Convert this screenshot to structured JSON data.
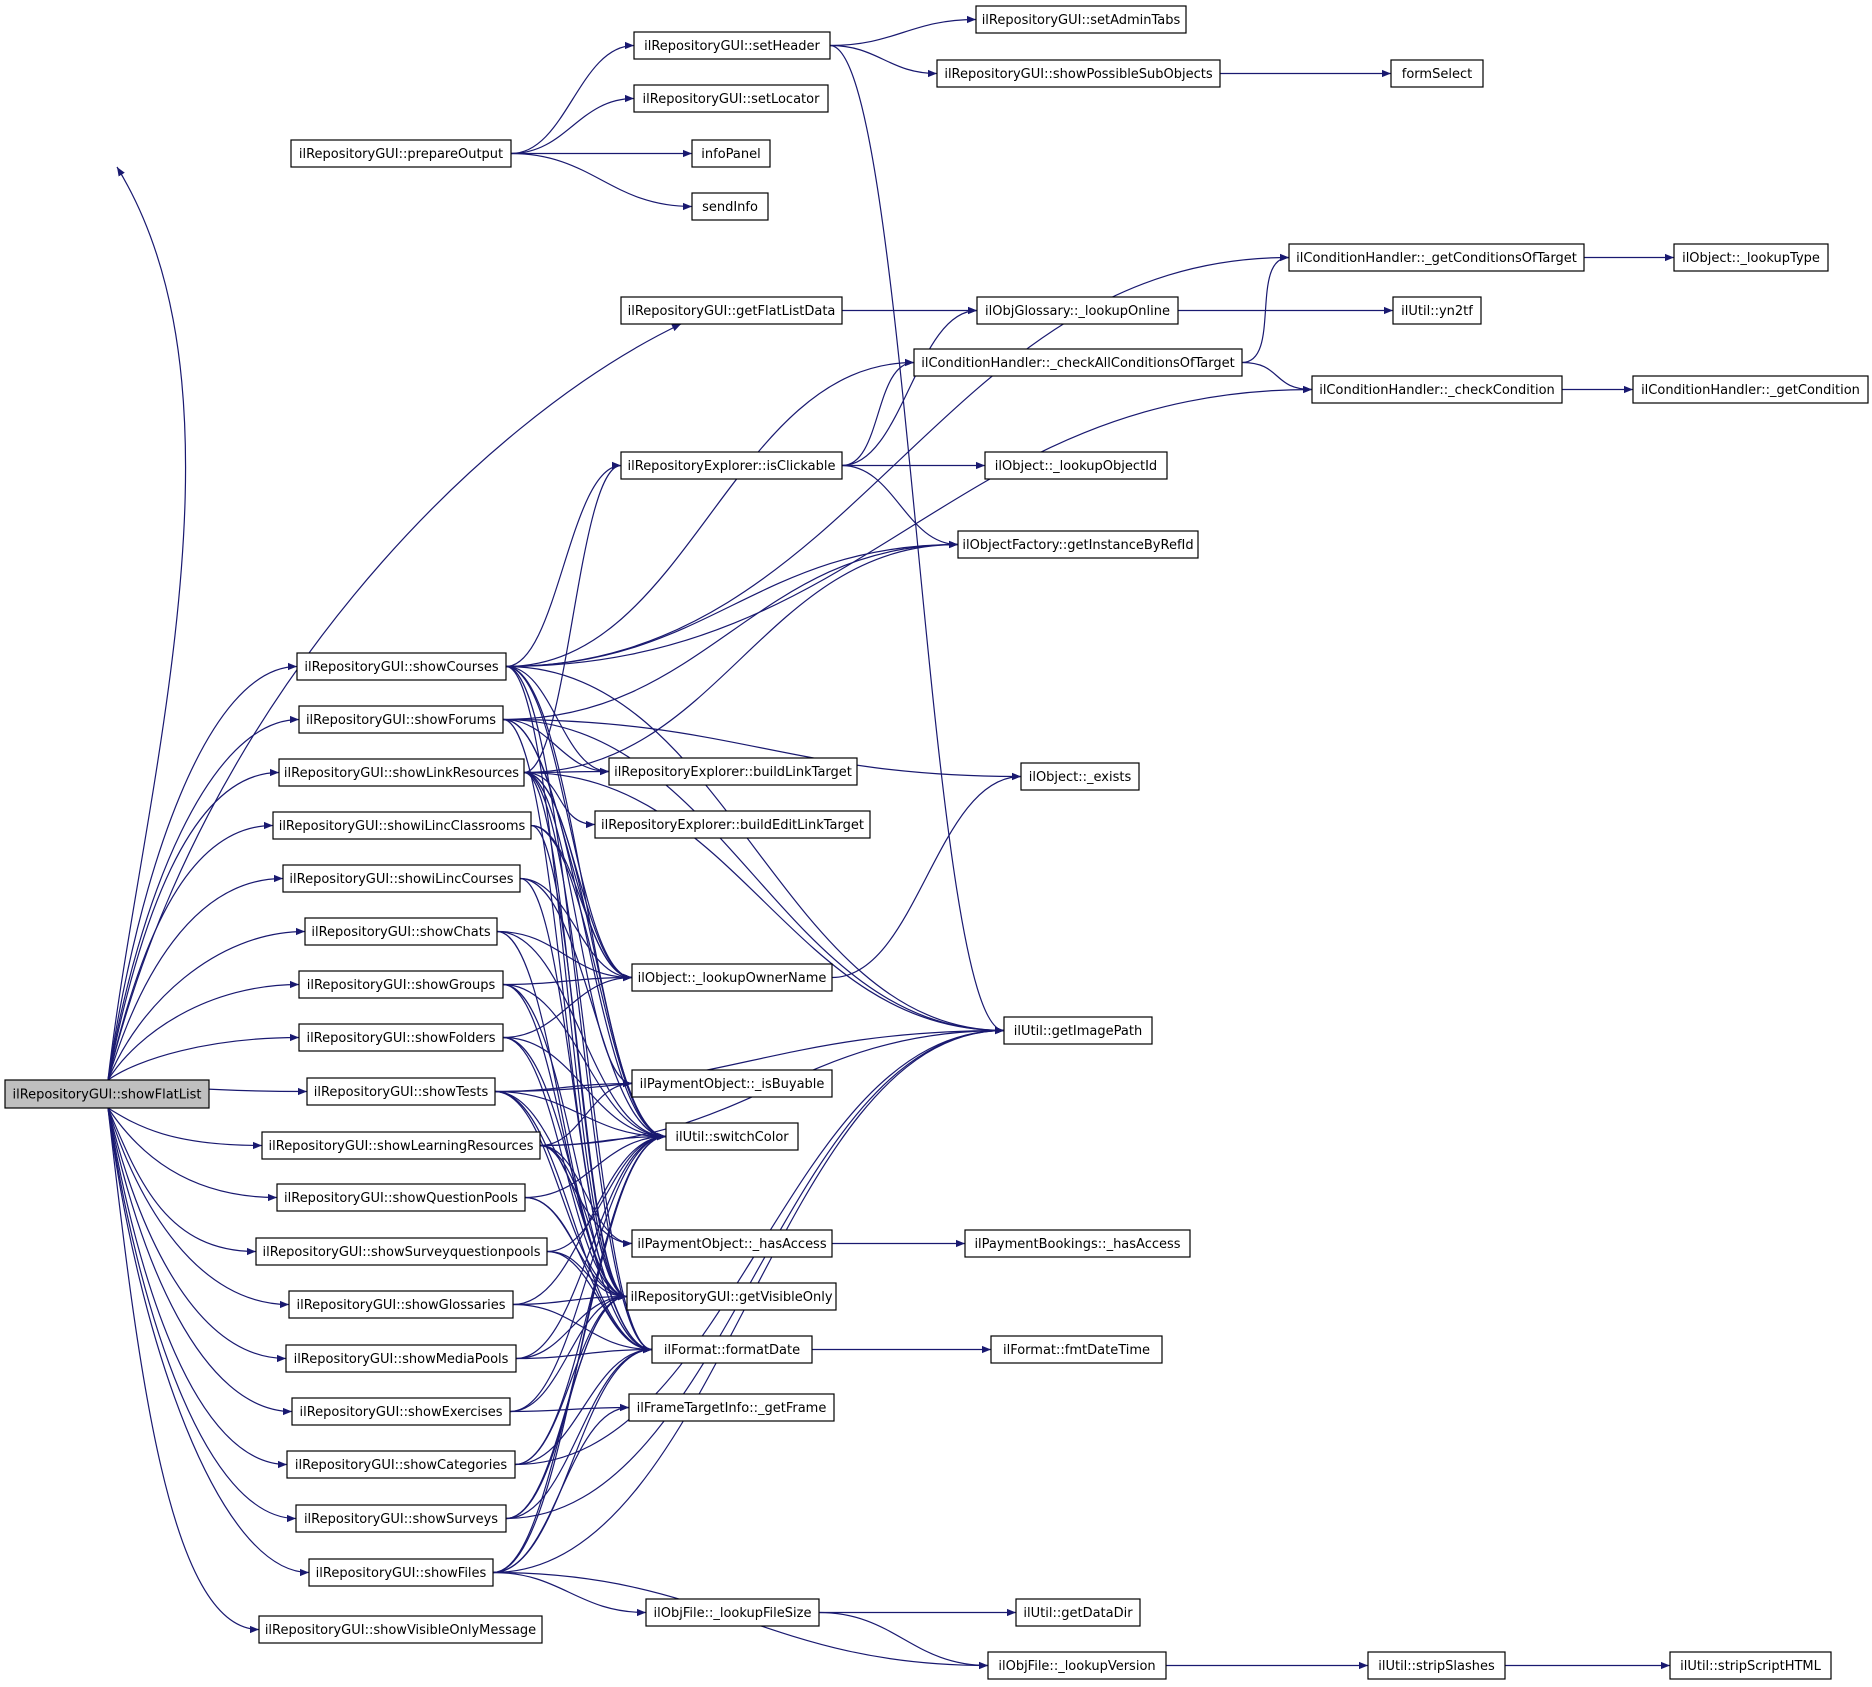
{
  "colors": {
    "edge": "#191970",
    "node_fill": "#ffffff",
    "root_fill": "#bfbfbf",
    "node_border": "#000000"
  },
  "nodes": [
    {
      "id": "showFlatList",
      "label": "ilRepositoryGUI::showFlatList",
      "root": true
    },
    {
      "id": "prepareOutput",
      "label": "ilRepositoryGUI::prepareOutput"
    },
    {
      "id": "setHeader",
      "label": "ilRepositoryGUI::setHeader"
    },
    {
      "id": "setAdminTabs",
      "label": "ilRepositoryGUI::setAdminTabs"
    },
    {
      "id": "showPossibleSubObjects",
      "label": "ilRepositoryGUI::showPossibleSubObjects"
    },
    {
      "id": "formSelect",
      "label": "formSelect"
    },
    {
      "id": "setLocator",
      "label": "ilRepositoryGUI::setLocator"
    },
    {
      "id": "infoPanel",
      "label": "infoPanel"
    },
    {
      "id": "sendInfo",
      "label": "sendInfo"
    },
    {
      "id": "getConditionsOfTarget",
      "label": "ilConditionHandler::_getConditionsOfTarget"
    },
    {
      "id": "lookupType",
      "label": "ilObject::_lookupType"
    },
    {
      "id": "getFlatListData",
      "label": "ilRepositoryGUI::getFlatListData"
    },
    {
      "id": "lookupOnline",
      "label": "ilObjGlossary::_lookupOnline"
    },
    {
      "id": "yn2tf",
      "label": "ilUtil::yn2tf"
    },
    {
      "id": "checkAllConditionsOfTarget",
      "label": "ilConditionHandler::_checkAllConditionsOfTarget"
    },
    {
      "id": "checkCondition",
      "label": "ilConditionHandler::_checkCondition"
    },
    {
      "id": "getCondition",
      "label": "ilConditionHandler::_getCondition"
    },
    {
      "id": "isClickable",
      "label": "ilRepositoryExplorer::isClickable"
    },
    {
      "id": "lookupObjectId",
      "label": "ilObject::_lookupObjectId"
    },
    {
      "id": "getInstanceByRefId",
      "label": "ilObjectFactory::getInstanceByRefId"
    },
    {
      "id": "showCourses",
      "label": "ilRepositoryGUI::showCourses"
    },
    {
      "id": "showForums",
      "label": "ilRepositoryGUI::showForums"
    },
    {
      "id": "showLinkResources",
      "label": "ilRepositoryGUI::showLinkResources"
    },
    {
      "id": "buildLinkTarget",
      "label": "ilRepositoryExplorer::buildLinkTarget"
    },
    {
      "id": "buildEditLinkTarget",
      "label": "ilRepositoryExplorer::buildEditLinkTarget"
    },
    {
      "id": "exists",
      "label": "ilObject::_exists"
    },
    {
      "id": "showiLincClassrooms",
      "label": "ilRepositoryGUI::showiLincClassrooms"
    },
    {
      "id": "showiLincCourses",
      "label": "ilRepositoryGUI::showiLincCourses"
    },
    {
      "id": "showChats",
      "label": "ilRepositoryGUI::showChats"
    },
    {
      "id": "showGroups",
      "label": "ilRepositoryGUI::showGroups"
    },
    {
      "id": "lookupOwnerName",
      "label": "ilObject::_lookupOwnerName"
    },
    {
      "id": "showFolders",
      "label": "ilRepositoryGUI::showFolders"
    },
    {
      "id": "getImagePath",
      "label": "ilUtil::getImagePath"
    },
    {
      "id": "showTests",
      "label": "ilRepositoryGUI::showTests"
    },
    {
      "id": "isBuyable",
      "label": "ilPaymentObject::_isBuyable"
    },
    {
      "id": "showLearningResources",
      "label": "ilRepositoryGUI::showLearningResources"
    },
    {
      "id": "switchColor",
      "label": "ilUtil::switchColor"
    },
    {
      "id": "showQuestionPools",
      "label": "ilRepositoryGUI::showQuestionPools"
    },
    {
      "id": "showSurveyquestionpools",
      "label": "ilRepositoryGUI::showSurveyquestionpools"
    },
    {
      "id": "hasAccess",
      "label": "ilPaymentObject::_hasAccess"
    },
    {
      "id": "pbHasAccess",
      "label": "ilPaymentBookings::_hasAccess"
    },
    {
      "id": "showGlossaries",
      "label": "ilRepositoryGUI::showGlossaries"
    },
    {
      "id": "getVisibleOnly",
      "label": "ilRepositoryGUI::getVisibleOnly"
    },
    {
      "id": "showMediaPools",
      "label": "ilRepositoryGUI::showMediaPools"
    },
    {
      "id": "formatDate",
      "label": "ilFormat::formatDate"
    },
    {
      "id": "fmtDateTime",
      "label": "ilFormat::fmtDateTime"
    },
    {
      "id": "showExercises",
      "label": "ilRepositoryGUI::showExercises"
    },
    {
      "id": "getFrame",
      "label": "ilFrameTargetInfo::_getFrame"
    },
    {
      "id": "showCategories",
      "label": "ilRepositoryGUI::showCategories"
    },
    {
      "id": "showSurveys",
      "label": "ilRepositoryGUI::showSurveys"
    },
    {
      "id": "showFiles",
      "label": "ilRepositoryGUI::showFiles"
    },
    {
      "id": "lookupFileSize",
      "label": "ilObjFile::_lookupFileSize"
    },
    {
      "id": "getDataDir",
      "label": "ilUtil::getDataDir"
    },
    {
      "id": "showVisibleOnlyMessage",
      "label": "ilRepositoryGUI::showVisibleOnlyMessage"
    },
    {
      "id": "lookupVersion",
      "label": "ilObjFile::_lookupVersion"
    },
    {
      "id": "stripSlashes",
      "label": "ilUtil::stripSlashes"
    },
    {
      "id": "stripScriptHTML",
      "label": "ilUtil::stripScriptHTML"
    }
  ],
  "edges": [
    [
      "showFlatList",
      "prepareOutput"
    ],
    [
      "showFlatList",
      "getFlatListData"
    ],
    [
      "showFlatList",
      "showCourses"
    ],
    [
      "showFlatList",
      "showForums"
    ],
    [
      "showFlatList",
      "showLinkResources"
    ],
    [
      "showFlatList",
      "showiLincClassrooms"
    ],
    [
      "showFlatList",
      "showiLincCourses"
    ],
    [
      "showFlatList",
      "showChats"
    ],
    [
      "showFlatList",
      "showGroups"
    ],
    [
      "showFlatList",
      "showFolders"
    ],
    [
      "showFlatList",
      "showTests"
    ],
    [
      "showFlatList",
      "showLearningResources"
    ],
    [
      "showFlatList",
      "showQuestionPools"
    ],
    [
      "showFlatList",
      "showSurveyquestionpools"
    ],
    [
      "showFlatList",
      "showGlossaries"
    ],
    [
      "showFlatList",
      "showMediaPools"
    ],
    [
      "showFlatList",
      "showExercises"
    ],
    [
      "showFlatList",
      "showCategories"
    ],
    [
      "showFlatList",
      "showSurveys"
    ],
    [
      "showFlatList",
      "showFiles"
    ],
    [
      "showFlatList",
      "showVisibleOnlyMessage"
    ],
    [
      "prepareOutput",
      "setHeader"
    ],
    [
      "prepareOutput",
      "setLocator"
    ],
    [
      "prepareOutput",
      "infoPanel"
    ],
    [
      "prepareOutput",
      "sendInfo"
    ],
    [
      "setHeader",
      "setAdminTabs"
    ],
    [
      "setHeader",
      "showPossibleSubObjects"
    ],
    [
      "setHeader",
      "getImagePath"
    ],
    [
      "showPossibleSubObjects",
      "formSelect"
    ],
    [
      "getFlatListData",
      "lookupOnline"
    ],
    [
      "lookupOnline",
      "yn2tf"
    ],
    [
      "getConditionsOfTarget",
      "lookupType"
    ],
    [
      "checkAllConditionsOfTarget",
      "getConditionsOfTarget"
    ],
    [
      "checkAllConditionsOfTarget",
      "checkCondition"
    ],
    [
      "checkCondition",
      "getCondition"
    ],
    [
      "isClickable",
      "lookupOnline"
    ],
    [
      "isClickable",
      "checkAllConditionsOfTarget"
    ],
    [
      "isClickable",
      "lookupObjectId"
    ],
    [
      "isClickable",
      "getInstanceByRefId"
    ],
    [
      "showCourses",
      "getConditionsOfTarget"
    ],
    [
      "showCourses",
      "checkAllConditionsOfTarget"
    ],
    [
      "showCourses",
      "checkCondition"
    ],
    [
      "showCourses",
      "isClickable"
    ],
    [
      "showCourses",
      "getInstanceByRefId"
    ],
    [
      "showCourses",
      "buildLinkTarget"
    ],
    [
      "showCourses",
      "lookupOwnerName"
    ],
    [
      "showCourses",
      "getImagePath"
    ],
    [
      "showCourses",
      "switchColor"
    ],
    [
      "showCourses",
      "getVisibleOnly"
    ],
    [
      "showCourses",
      "formatDate"
    ],
    [
      "showForums",
      "getInstanceByRefId"
    ],
    [
      "showForums",
      "buildLinkTarget"
    ],
    [
      "showForums",
      "exists"
    ],
    [
      "showForums",
      "lookupOwnerName"
    ],
    [
      "showForums",
      "getImagePath"
    ],
    [
      "showForums",
      "switchColor"
    ],
    [
      "showForums",
      "getVisibleOnly"
    ],
    [
      "showLinkResources",
      "isClickable"
    ],
    [
      "showLinkResources",
      "buildLinkTarget"
    ],
    [
      "showLinkResources",
      "buildEditLinkTarget"
    ],
    [
      "showLinkResources",
      "getInstanceByRefId"
    ],
    [
      "showLinkResources",
      "lookupOwnerName"
    ],
    [
      "showLinkResources",
      "getImagePath"
    ],
    [
      "showLinkResources",
      "isBuyable"
    ],
    [
      "showLinkResources",
      "switchColor"
    ],
    [
      "showLinkResources",
      "getVisibleOnly"
    ],
    [
      "showLinkResources",
      "formatDate"
    ],
    [
      "showiLincClassrooms",
      "lookupOwnerName"
    ],
    [
      "showiLincClassrooms",
      "switchColor"
    ],
    [
      "showiLincClassrooms",
      "getVisibleOnly"
    ],
    [
      "showiLincCourses",
      "lookupOwnerName"
    ],
    [
      "showiLincCourses",
      "switchColor"
    ],
    [
      "showiLincCourses",
      "getVisibleOnly"
    ],
    [
      "showChats",
      "lookupOwnerName"
    ],
    [
      "showChats",
      "switchColor"
    ],
    [
      "showChats",
      "getVisibleOnly"
    ],
    [
      "showGroups",
      "lookupOwnerName"
    ],
    [
      "showGroups",
      "switchColor"
    ],
    [
      "showGroups",
      "getVisibleOnly"
    ],
    [
      "showGroups",
      "formatDate"
    ],
    [
      "showFolders",
      "lookupOwnerName"
    ],
    [
      "showFolders",
      "switchColor"
    ],
    [
      "showFolders",
      "getVisibleOnly"
    ],
    [
      "showFolders",
      "formatDate"
    ],
    [
      "showTests",
      "getImagePath"
    ],
    [
      "showTests",
      "isBuyable"
    ],
    [
      "showTests",
      "switchColor"
    ],
    [
      "showTests",
      "hasAccess"
    ],
    [
      "showTests",
      "getVisibleOnly"
    ],
    [
      "showTests",
      "formatDate"
    ],
    [
      "showLearningResources",
      "isBuyable"
    ],
    [
      "showLearningResources",
      "switchColor"
    ],
    [
      "showLearningResources",
      "getImagePath"
    ],
    [
      "showLearningResources",
      "hasAccess"
    ],
    [
      "showLearningResources",
      "getVisibleOnly"
    ],
    [
      "showLearningResources",
      "formatDate"
    ],
    [
      "showQuestionPools",
      "switchColor"
    ],
    [
      "showQuestionPools",
      "getVisibleOnly"
    ],
    [
      "showQuestionPools",
      "formatDate"
    ],
    [
      "showSurveyquestionpools",
      "switchColor"
    ],
    [
      "showSurveyquestionpools",
      "getVisibleOnly"
    ],
    [
      "showSurveyquestionpools",
      "formatDate"
    ],
    [
      "showGlossaries",
      "switchColor"
    ],
    [
      "showGlossaries",
      "getVisibleOnly"
    ],
    [
      "showGlossaries",
      "formatDate"
    ],
    [
      "showMediaPools",
      "switchColor"
    ],
    [
      "showMediaPools",
      "getVisibleOnly"
    ],
    [
      "showMediaPools",
      "formatDate"
    ],
    [
      "showExercises",
      "switchColor"
    ],
    [
      "showExercises",
      "getVisibleOnly"
    ],
    [
      "showExercises",
      "getFrame"
    ],
    [
      "showCategories",
      "switchColor"
    ],
    [
      "showCategories",
      "getVisibleOnly"
    ],
    [
      "showCategories",
      "formatDate"
    ],
    [
      "showCategories",
      "getImagePath"
    ],
    [
      "showSurveys",
      "switchColor"
    ],
    [
      "showSurveys",
      "getVisibleOnly"
    ],
    [
      "showSurveys",
      "formatDate"
    ],
    [
      "showSurveys",
      "getImagePath"
    ],
    [
      "showFiles",
      "switchColor"
    ],
    [
      "showFiles",
      "getVisibleOnly"
    ],
    [
      "showFiles",
      "formatDate"
    ],
    [
      "showFiles",
      "getFrame"
    ],
    [
      "showFiles",
      "getImagePath"
    ],
    [
      "showFiles",
      "lookupFileSize"
    ],
    [
      "showFiles",
      "lookupVersion"
    ],
    [
      "hasAccess",
      "pbHasAccess"
    ],
    [
      "formatDate",
      "fmtDateTime"
    ],
    [
      "lookupOwnerName",
      "exists"
    ],
    [
      "lookupFileSize",
      "getDataDir"
    ],
    [
      "lookupFileSize",
      "lookupVersion"
    ],
    [
      "lookupVersion",
      "stripSlashes"
    ],
    [
      "stripSlashes",
      "stripScriptHTML"
    ]
  ]
}
